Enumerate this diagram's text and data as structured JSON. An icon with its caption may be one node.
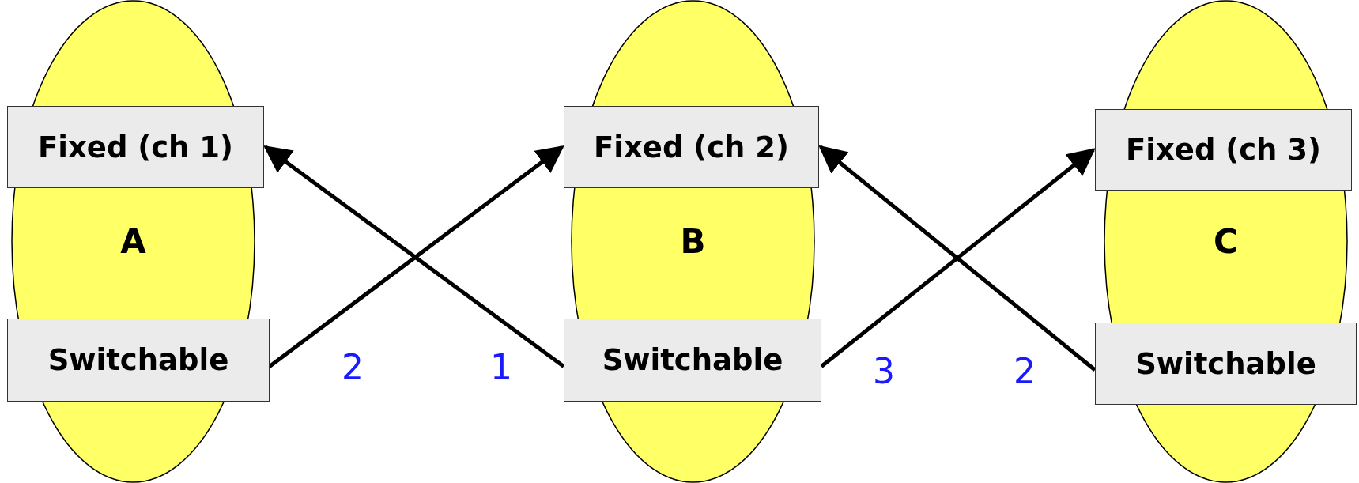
{
  "diagram": {
    "nodes": [
      {
        "text": [
          "A"
        ]
      },
      {
        "text": [
          "Fixed (ch 1)"
        ],
        "in": 0
      },
      {
        "text": [
          "Switchable"
        ],
        "in": 0
      },
      {
        "text": [
          "B"
        ]
      },
      {
        "text": [
          "Fixed (ch 2)"
        ],
        "in": 3
      },
      {
        "text": [
          "Switchable"
        ],
        "in": 3
      },
      {
        "text": [
          "C"
        ]
      },
      {
        "text": [
          "Fixed (ch 3)"
        ],
        "in": 6
      },
      {
        "text": [
          "Switchable"
        ],
        "in": 6
      }
    ],
    "edges": [
      {
        "from": 2,
        "to": 4,
        "arrow": "to",
        "label": "2"
      },
      {
        "from": 5,
        "to": 1,
        "arrow": "to",
        "label": "1"
      },
      {
        "from": 5,
        "to": 7,
        "arrow": "to",
        "label": "3"
      },
      {
        "from": 8,
        "to": 4,
        "arrow": "to",
        "label": "2"
      }
    ]
  }
}
